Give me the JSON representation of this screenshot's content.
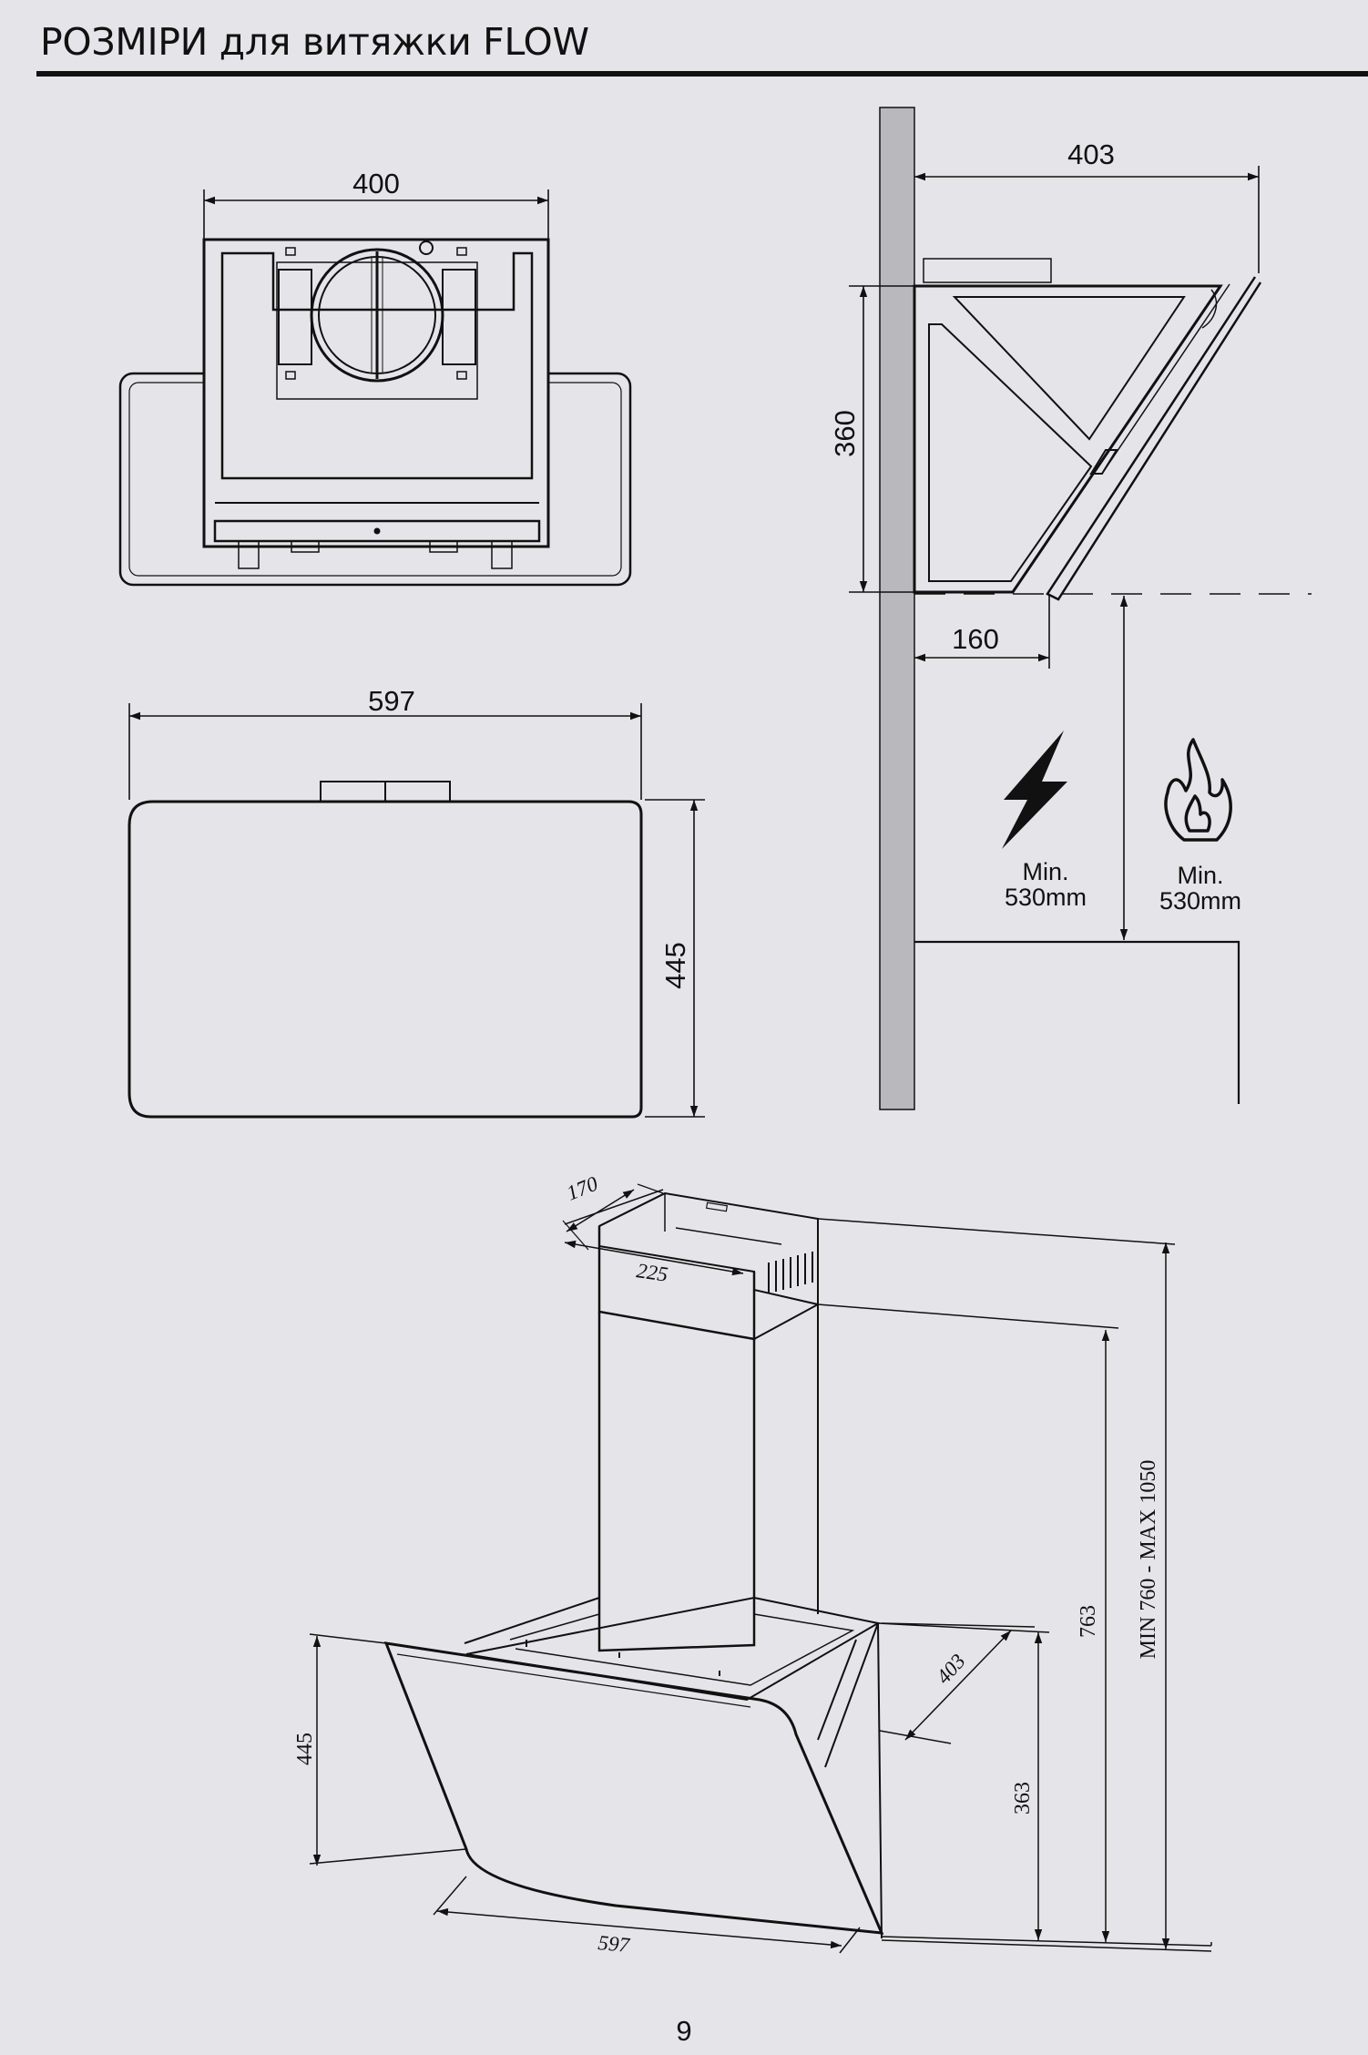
{
  "header": {
    "title": "РОЗМІРИ для витяжки FLOW"
  },
  "top_view": {
    "width_label": "400"
  },
  "front_view": {
    "width_label": "597",
    "height_label": "445"
  },
  "side_view": {
    "depth_label": "403",
    "height_label": "360",
    "offset_label": "160",
    "electric": {
      "min_label": "Min.",
      "value": "530mm",
      "icon": "lightning-icon"
    },
    "gas": {
      "min_label": "Min.",
      "value": "530mm",
      "icon": "flame-icon"
    }
  },
  "iso_view": {
    "chimney_depth": "170",
    "chimney_width": "225",
    "hood_depth": "403",
    "glass_height": "445",
    "glass_width": "597",
    "body_height": "363",
    "lower_height": "763",
    "total_range": "MIN 760 - MAX 1050"
  },
  "footer": {
    "page_number": "9"
  },
  "colors": {
    "background": "#e5e5e9",
    "ink": "#111111",
    "wall": "#b9b9bd"
  }
}
